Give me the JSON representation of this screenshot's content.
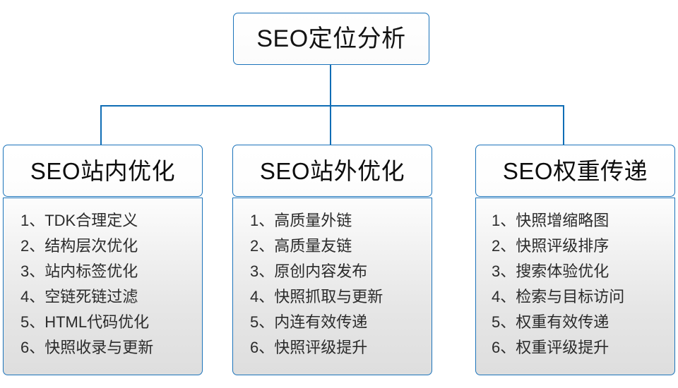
{
  "diagram": {
    "type": "org-chart",
    "root": {
      "title": "SEO定位分析"
    },
    "branches": [
      {
        "header": "SEO站内优化",
        "items": [
          "1、TDK合理定义",
          "2、结构层次优化",
          "3、站内标签优化",
          "4、空链死链过滤",
          "5、HTML代码优化",
          "6、快照收录与更新"
        ]
      },
      {
        "header": "SEO站外优化",
        "items": [
          "1、高质量外链",
          "2、高质量友链",
          "3、原创内容发布",
          "4、快照抓取与更新",
          "5、内连有效传递",
          "6、快照评级提升"
        ]
      },
      {
        "header": "SEO权重传递",
        "items": [
          "1、快照增缩略图",
          "2、快照评级排序",
          "3、搜索体验优化",
          "4、检索与目标访问",
          "5、权重有效传递",
          "6、权重评级提升"
        ]
      }
    ],
    "colors": {
      "border": "#1b73ba",
      "connector": "#0f6db5",
      "header_background": "#ffffff",
      "body_background_top": "#fdfdfd",
      "body_background_bottom": "#dedede",
      "text": "#111111"
    }
  }
}
